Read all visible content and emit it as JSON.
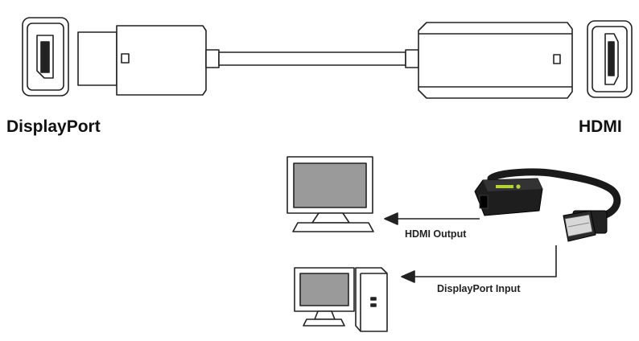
{
  "labels": {
    "displayport": "DisplayPort",
    "hdmi": "HDMI",
    "hdmi_output": "HDMI Output",
    "displayport_input": "DisplayPort Input"
  },
  "colors": {
    "line": "#222222",
    "screen_fill": "#9a9a9a",
    "adapter_body": "#1e1e1e",
    "brand_accent": "#b5d334"
  },
  "icons": {
    "top": [
      "displayport-port-icon",
      "hdmi-port-icon"
    ],
    "bottom": [
      "monitor-icon",
      "desktop-computer-icon",
      "adapter-icon"
    ]
  }
}
